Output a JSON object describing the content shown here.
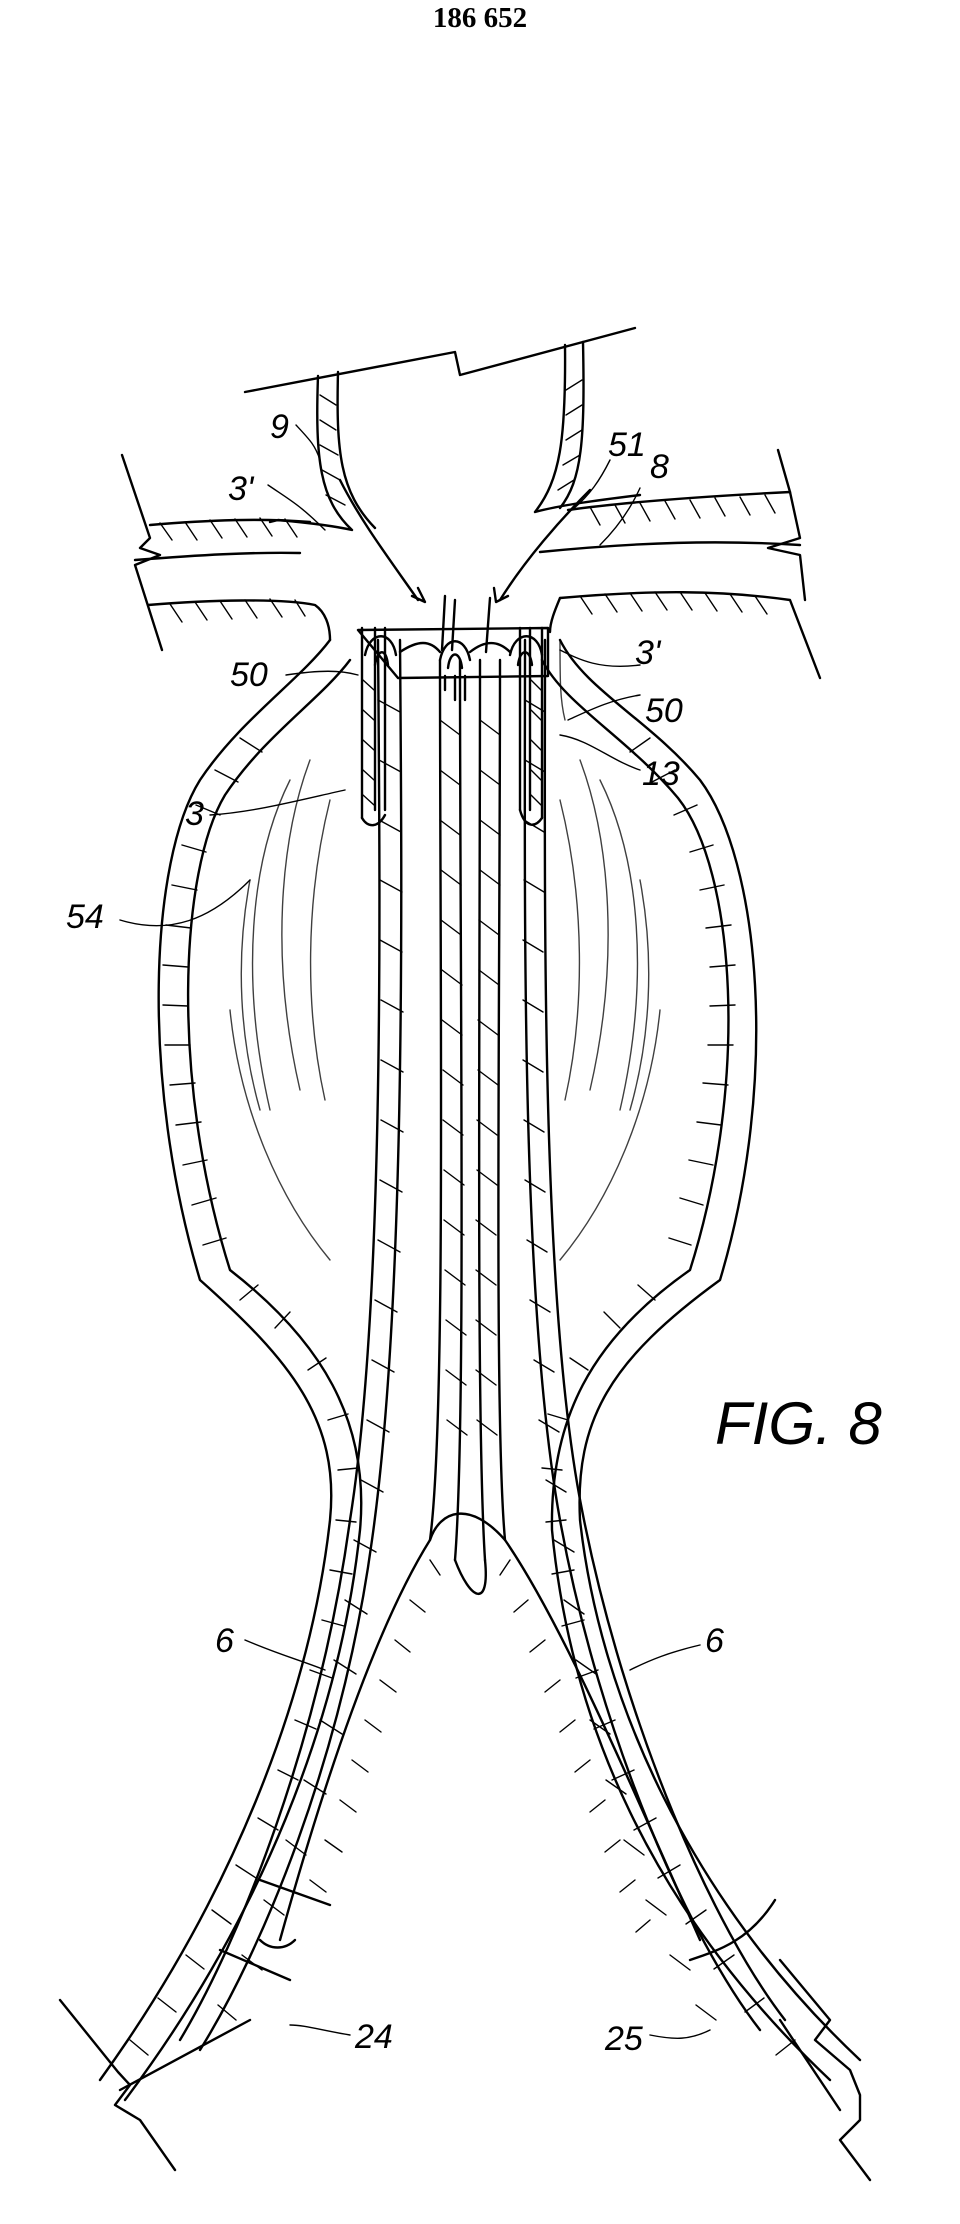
{
  "header": {
    "document_number": "186 652"
  },
  "figure": {
    "caption": "FIG. 8"
  },
  "reference_labels": {
    "l9": "9",
    "l51": "51",
    "l8": "8",
    "l3p_left": "3'",
    "l3p_right": "3'",
    "l50_left": "50",
    "l50_right": "50",
    "l13": "13",
    "l3": "3",
    "l54": "54",
    "l6_left": "6",
    "l6_right": "6",
    "l24": "24",
    "l25": "25"
  }
}
